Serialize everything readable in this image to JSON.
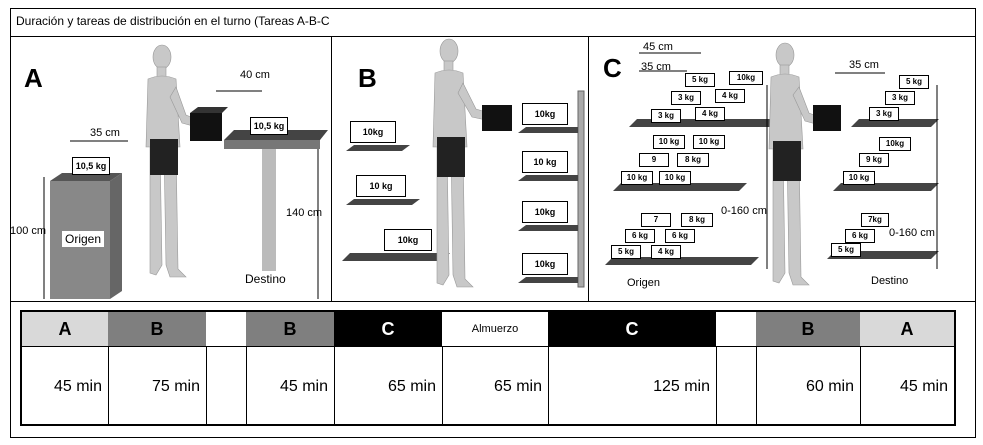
{
  "title": "Duración y tareas de distribución en el turno (Tareas A-B-C",
  "panelA": {
    "letter": "A",
    "dims": [
      "40 cm",
      "35 cm",
      "100 cm",
      "140 cm"
    ],
    "boxes": [
      "10,5 kg",
      "10,5 kg"
    ],
    "origin": "Origen",
    "destination": "Destino"
  },
  "panelB": {
    "letter": "B",
    "left_boxes": [
      "10kg",
      "10 kg",
      "10kg"
    ],
    "right_boxes": [
      "10kg",
      "10 kg",
      "10kg",
      "10kg"
    ]
  },
  "panelC": {
    "letter": "C",
    "dims": [
      "45 cm",
      "35 cm",
      "35 cm",
      "0-160 cm",
      "0-160 cm"
    ],
    "origin": "Origen",
    "destination": "Destino",
    "left_boxes": [
      "5 kg",
      "10kg",
      "3 kg",
      "4 kg",
      "3 kg",
      "4 kg",
      "10 kg",
      "10 kg",
      "9",
      "8 kg",
      "10 kg",
      "10 kg",
      "7",
      "8 kg",
      "6 kg",
      "6 kg",
      "5 kg",
      "4 kg"
    ],
    "right_boxes": [
      "5 kg",
      "3 kg",
      "3 kg",
      "10kg",
      "9 kg",
      "10 kg",
      "7kg",
      "6 kg",
      "5 kg"
    ]
  },
  "schedule": {
    "headers": [
      "A",
      "B",
      "",
      "B",
      "C",
      "Almuerzo",
      "C",
      "",
      "B",
      "A"
    ],
    "durations": [
      "45 min",
      "75 min",
      "",
      "45 min",
      "65 min",
      "65 min",
      "125 min",
      "",
      "60 min",
      "45 min"
    ],
    "colors": {
      "A": "#d9d9d9",
      "B": "#7f7f7f",
      "C": "#000000",
      "blank": "#ffffff"
    }
  }
}
